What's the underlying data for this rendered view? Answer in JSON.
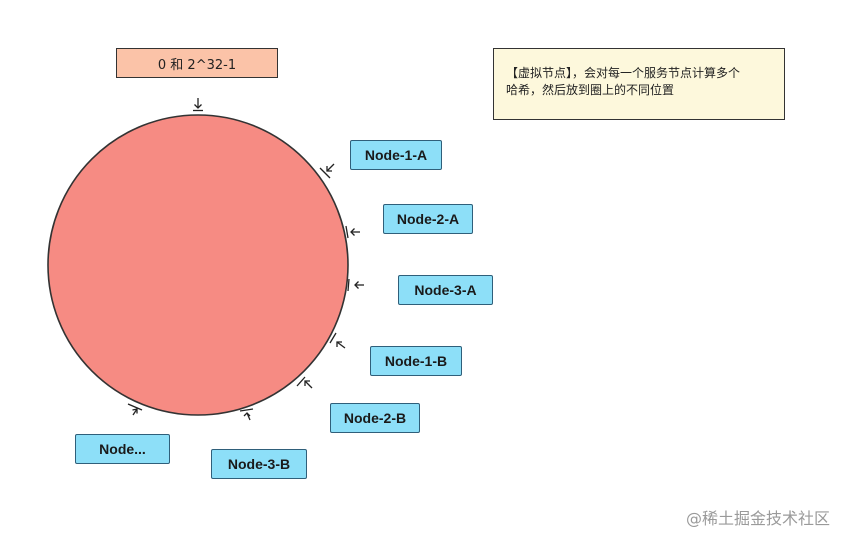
{
  "range_label": "0 和 2^32-1",
  "note": {
    "line1": "【虚拟节点】，会对每一个服务节点计算多个",
    "line2": "哈希，然后放到圈上的不同位置"
  },
  "nodes": [
    {
      "label": "Node-1-A"
    },
    {
      "label": "Node-2-A"
    },
    {
      "label": "Node-3-A"
    },
    {
      "label": "Node-1-B"
    },
    {
      "label": "Node-2-B"
    },
    {
      "label": "Node-3-B"
    },
    {
      "label": "Node..."
    }
  ],
  "watermark": "@稀土掘金技术社区",
  "colors": {
    "ring_fill": "#f68b83",
    "range_fill": "#fbc3a8",
    "note_fill": "#fdf8dc",
    "node_fill": "#8ddff8"
  }
}
